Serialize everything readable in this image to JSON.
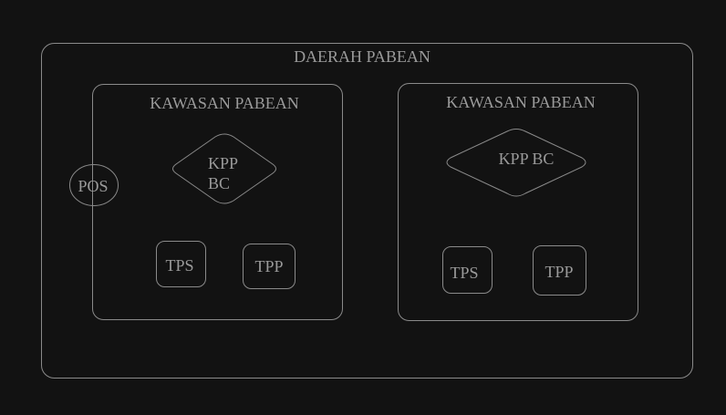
{
  "diagram": {
    "outer_title": "DAERAH PABEAN",
    "pos_label": "POS",
    "left_area": {
      "title": "KAWASAN PABEAN",
      "office_line1": "KPP",
      "office_line2": "BC",
      "tps": "TPS",
      "tpp": "TPP"
    },
    "right_area": {
      "title": "KAWASAN PABEAN",
      "office": "KPP BC",
      "tps": "TPS",
      "tpp": "TPP"
    }
  },
  "colors": {
    "background": "#121212",
    "stroke": "#8a8a8a",
    "text": "#9a9a9a"
  }
}
